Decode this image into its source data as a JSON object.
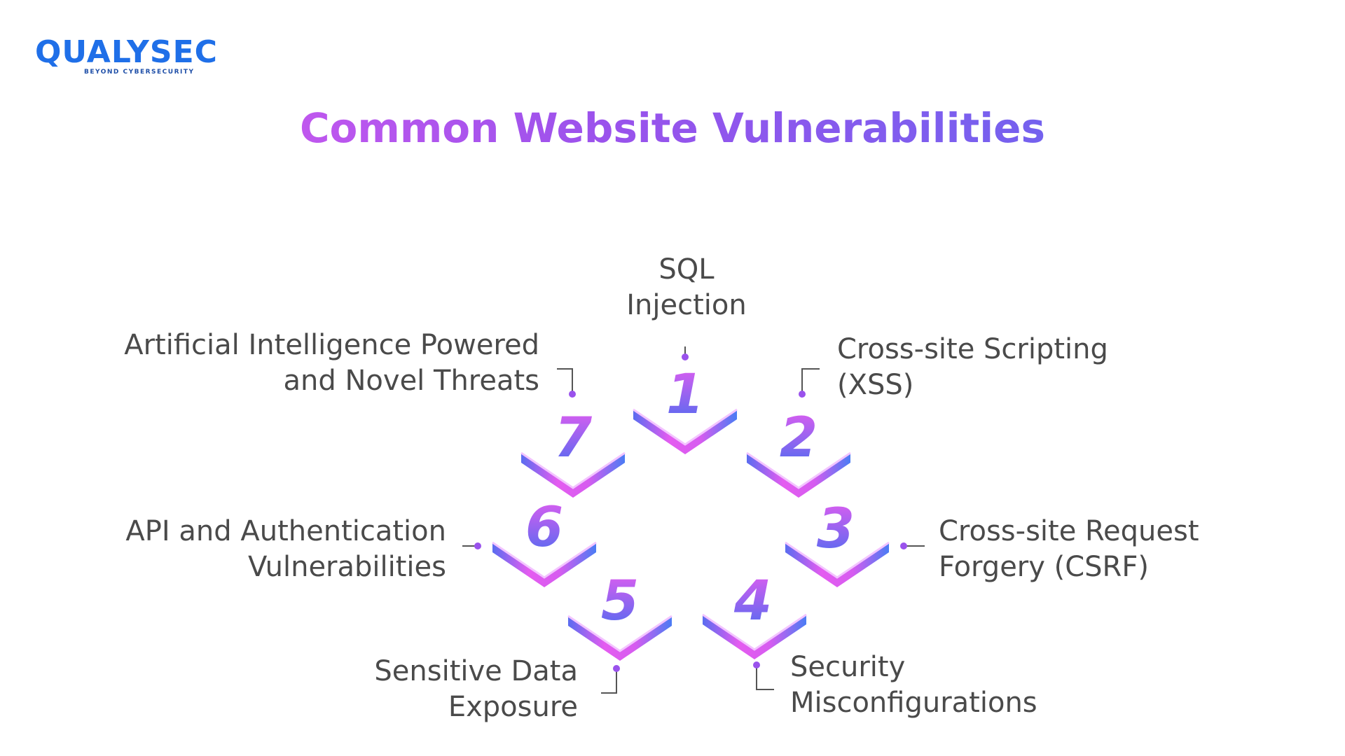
{
  "brand": {
    "name": "QUALYSEC",
    "tagline": "BEYOND CYBERSECURITY",
    "color": "#1f6fe8"
  },
  "title": "Common Website Vulnerabilities",
  "colors": {
    "gradient_start": "#e45cf0",
    "gradient_end": "#4a7cf4",
    "label_text": "#4a4a4a",
    "connector": "#555555"
  },
  "items": [
    {
      "number": "1",
      "lines": [
        "SQL",
        "Injection"
      ]
    },
    {
      "number": "2",
      "lines": [
        "Cross-site Scripting",
        "(XSS)"
      ]
    },
    {
      "number": "3",
      "lines": [
        "Cross-site Request",
        "Forgery (CSRF)"
      ]
    },
    {
      "number": "4",
      "lines": [
        "Security",
        "Misconfigurations"
      ]
    },
    {
      "number": "5",
      "lines": [
        "Sensitive Data",
        "Exposure"
      ]
    },
    {
      "number": "6",
      "lines": [
        "API and Authentication",
        "Vulnerabilities"
      ]
    },
    {
      "number": "7",
      "lines": [
        "Artificial Intelligence Powered",
        "and Novel Threats"
      ]
    }
  ]
}
